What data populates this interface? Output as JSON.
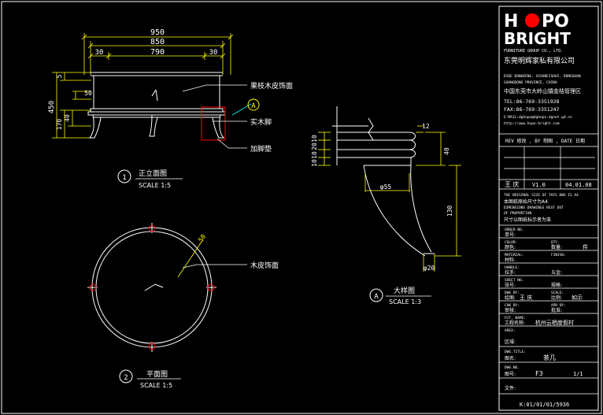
{
  "colors": {
    "background": "#000000",
    "outline": "#ffffff",
    "dimension": "#ffff00",
    "callout": "#00ffff",
    "highlight": "#ff0000",
    "label": "#ffffff"
  },
  "front_view": {
    "dims": {
      "overall": "950",
      "inner": "850",
      "left_margin": "30",
      "center": "790",
      "right_margin": "30",
      "top_lip": "5",
      "height": "450",
      "leg_area": "50",
      "base_height": "170",
      "foot": "40"
    },
    "labels": {
      "top_finish": "果枝木皮饰面",
      "leg": "实木脚",
      "foot_pad": "加脚垫",
      "detail_marker": "A"
    },
    "title": {
      "number": "1",
      "name": "正立面图",
      "scale": "SCALE 1:5"
    }
  },
  "plan_view": {
    "label_top": "木皮饰面",
    "radial_dim": "50",
    "title": {
      "number": "2",
      "name": "平面图",
      "scale": "SCALE 1:5"
    }
  },
  "detail_view": {
    "dims": {
      "top": "12",
      "left_a": "10",
      "left_b": "20",
      "left_c": "10",
      "left_d": "10",
      "right": "40",
      "diameter_top": "φ55",
      "length": "130",
      "diameter_bottom": "φ20"
    },
    "title": {
      "number": "A",
      "name": "大样图",
      "scale": "SCALE 1:3"
    }
  },
  "title_block": {
    "logo_line1_left": "H",
    "logo_line1_right": "PO",
    "logo_line2": "BRIGHT",
    "company_en": "FURNITURE GROUP CO., LTD.",
    "company_cn": "东莞明辉家私有限公司",
    "address_lines": [
      "DIQE DONGKENG, XIAOBEISHUI, DONGGUAN",
      "GUANGDONG PROVINCE, CHINA",
      "中国东莞市大岭山镇金桔管理区",
      "TEL:86-769-3351928",
      "FAX:86-769-3351247",
      "E-MAIL:dghopo@dghopo.dgnet.gd.cn",
      "http://www.hopo-bright.com"
    ],
    "revision_header": "REV 修改 , BY 制图 , DATE 日期",
    "revision_row": {
      "by": "王 庆",
      "rev": "V1.0",
      "date": "04.01.08"
    },
    "notice_lines": [
      "THE ORIGINAL SIZE OF THIS DWG IS A4",
      "本图纸原始尺寸为A4",
      "DIMENSIONS DRAWINGS REST OUT",
      "OF PROPORTION",
      "尺寸以图纸标示者为准"
    ],
    "fields": [
      {
        "en": "ORDER NO.",
        "cn": "单号:",
        "value": ""
      },
      {
        "en": "COLOR:",
        "cn": "颜色:",
        "en2": "QTY.",
        "cn2": "数量:",
        "value2": "件"
      },
      {
        "en": "MATERIAL:",
        "cn": "材料:",
        "en2": "FINISH:",
        "cn2": "",
        "value2": ""
      },
      {
        "en": "HANDLE:",
        "cn": "拉手:",
        "en2": "",
        "cn2": "五金:",
        "value2": ""
      },
      {
        "en": "SHEET NO.",
        "cn": "张号:",
        "en2": "",
        "cn2": "规格:",
        "value2": ""
      },
      {
        "en": "DWG BY:",
        "cn": "绘图:",
        "value": "王 庆",
        "en2": "SCALE:",
        "cn2": "比例:",
        "value2": "如示"
      },
      {
        "en": "CHK BY:",
        "cn": "审核:",
        "en2": "APR BY:",
        "cn2": "批准:",
        "value2": ""
      }
    ],
    "project_label_en": "PJT. NAME:",
    "project_label_cn": "工程名称:",
    "project_name": "杭州云栖度假村",
    "area_label": "AREA:",
    "area_cn": "区域:",
    "dwg_title_label": "DWG.TITLE:",
    "dwg_title_cn": "图名:",
    "dwg_title": "茶几",
    "dwg_no_label": "DWG.NO.",
    "dwg_no_cn": "图号:",
    "dwg_no": "F3",
    "sheet": "1/1",
    "file_label": "文件:",
    "file_no": "K:01/01/01/5936"
  }
}
